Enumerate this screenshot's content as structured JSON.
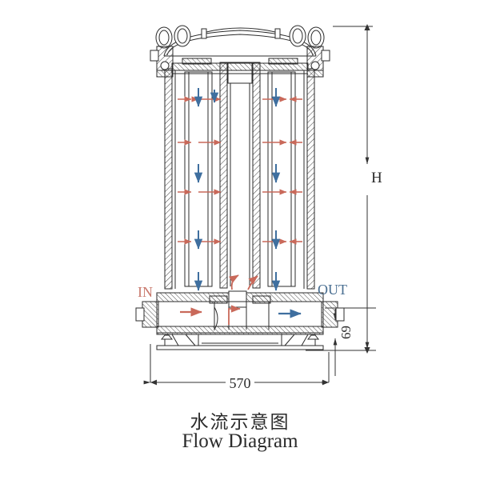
{
  "caption": {
    "chinese": "水流示意图",
    "english": "Flow Diagram"
  },
  "colors": {
    "background": "#ffffff",
    "line": "#2b2b2b",
    "hatch": "#444444",
    "inlet_flow": "#c9695a",
    "outlet_flow": "#3f6f9f",
    "dimension": "#333333",
    "in_label": "#c9796d",
    "out_label": "#4a6f92"
  },
  "ports": {
    "inlet_label": "IN",
    "outlet_label": "OUT"
  },
  "dimensions": {
    "height_label": "H",
    "base_height_label": "69",
    "width_label": "570"
  },
  "flow": {
    "inlet_arrow_name": "red-horizontal-flow-arrow",
    "downward_arrow_name": "blue-down-flow-arrow",
    "outlet_arrow_name": "blue-right-flow-arrow",
    "riser_arrow_name": "red-up-flow-arrow",
    "inlet_direction": "right",
    "outlet_direction": "right",
    "cartridge_direction": "down",
    "red_arrow_rows": 5,
    "blue_arrow_rows": 4,
    "cartridge_count": 4
  },
  "vessel": {
    "lid_name": "domed-lid",
    "clamp_left_name": "swing-bolt-clamp-left",
    "clamp_right_name": "swing-bolt-clamp-right",
    "shell_name": "filter-shell",
    "manifold_name": "bottom-manifold",
    "base_name": "base-plate"
  }
}
